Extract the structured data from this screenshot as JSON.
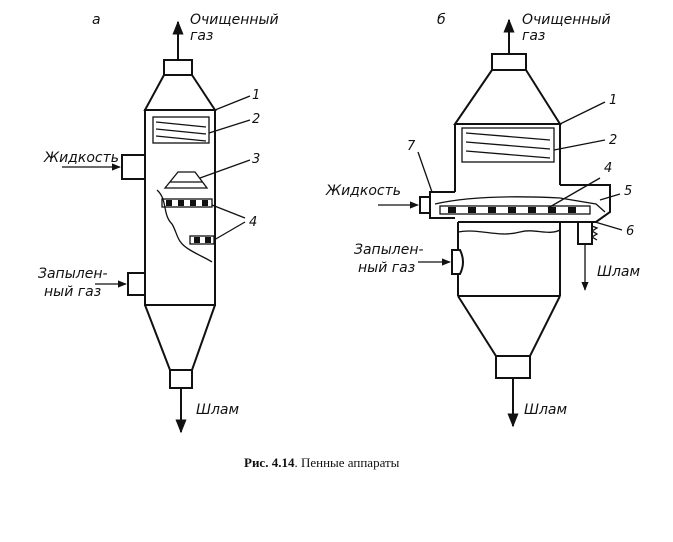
{
  "panel_a": {
    "letter": "а",
    "outlet_gas_line1": "Очищенный",
    "outlet_gas_line2": "газ",
    "liquid": "Жидкость",
    "dusty_gas_line1": "Запылен-",
    "dusty_gas_line2": "ный газ",
    "sludge": "Шлам",
    "callouts": [
      "1",
      "2",
      "3",
      "4"
    ]
  },
  "panel_b": {
    "letter": "б",
    "outlet_gas_line1": "Очищенный",
    "outlet_gas_line2": "газ",
    "liquid": "Жидкость",
    "dusty_gas_line1": "Запылен-",
    "dusty_gas_line2": "ный газ",
    "sludge_side": "Шлам",
    "sludge_bottom": "Шлам",
    "callouts": [
      "1",
      "2",
      "4",
      "5",
      "6",
      "7"
    ]
  },
  "caption": {
    "label": "Рис. 4.14",
    "text": ". Пенные аппараты"
  }
}
